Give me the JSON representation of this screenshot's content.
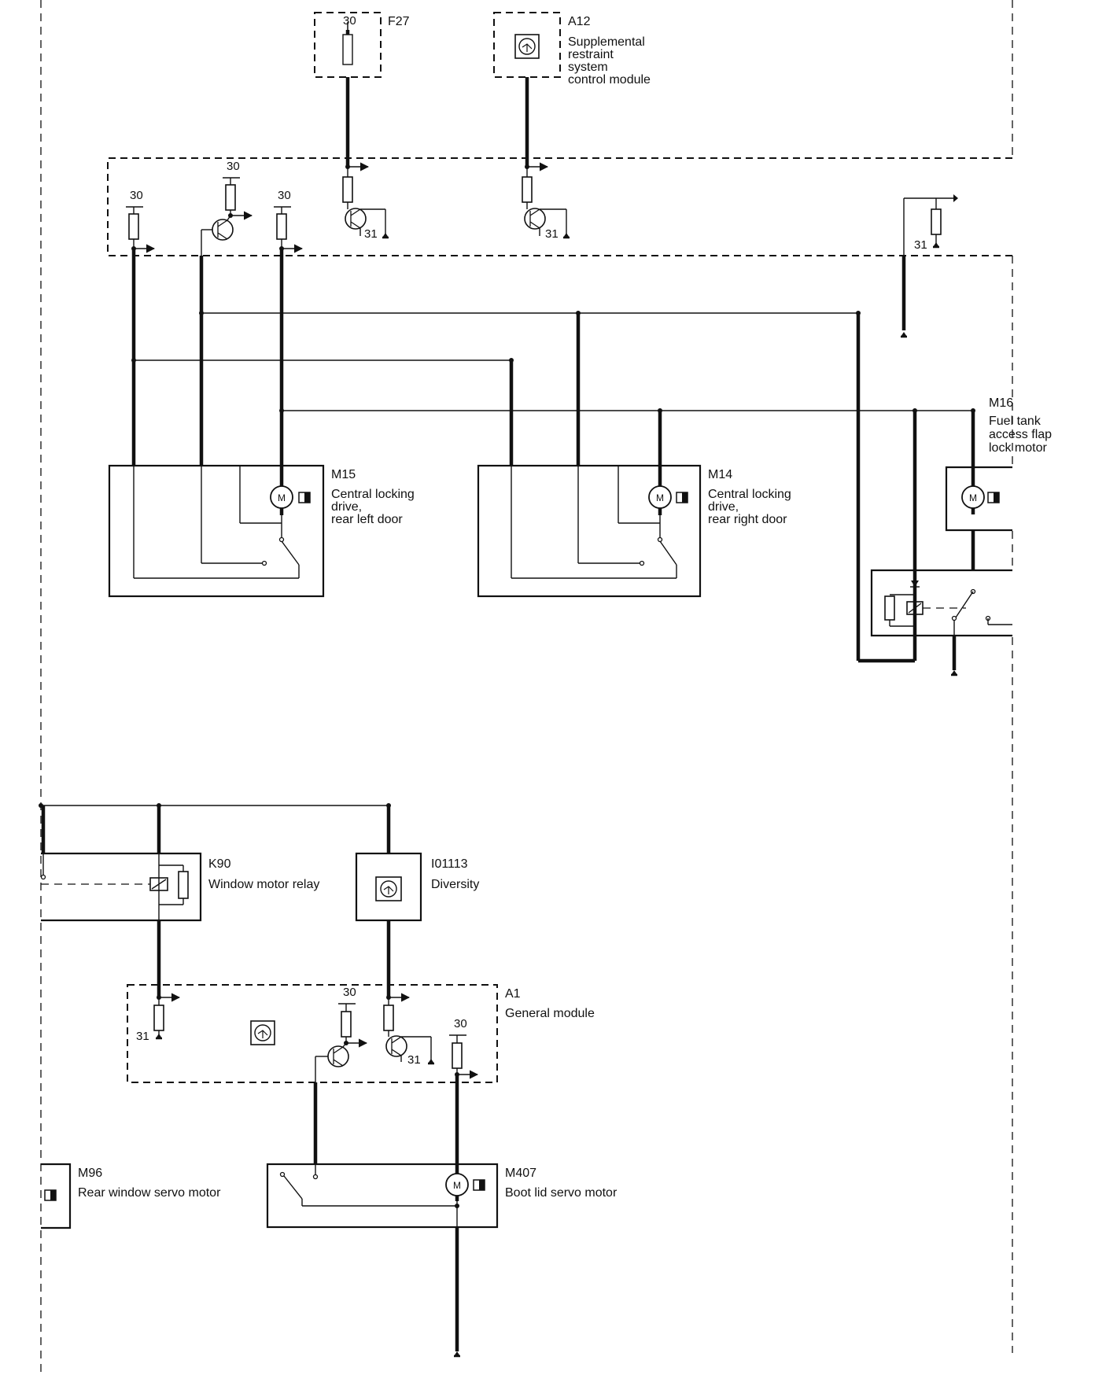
{
  "components": {
    "f27": {
      "id": "F27",
      "pin": "30"
    },
    "a12": {
      "id": "A12",
      "lines": [
        "Supplemental",
        "restraint",
        "system",
        "control module"
      ]
    },
    "m15": {
      "id": "M15",
      "lines": [
        "Central locking",
        "drive,",
        "rear left door"
      ]
    },
    "m14": {
      "id": "M14",
      "lines": [
        "Central locking",
        "drive,",
        "rear right door"
      ]
    },
    "m16": {
      "id": "M16",
      "lines": [
        "Fuel tank",
        "access flap",
        "lock motor"
      ]
    },
    "k90": {
      "id": "K90",
      "name": "Window motor relay"
    },
    "i01113": {
      "id": "I01113",
      "name": "Diversity"
    },
    "a1": {
      "id": "A1",
      "name": "General module"
    },
    "m96": {
      "id": "M96",
      "name": "Rear window servo motor"
    },
    "m407": {
      "id": "M407",
      "name": "Boot lid servo motor"
    }
  },
  "pins": {
    "p30": "30",
    "p31": "31"
  },
  "motor_symbol": "M"
}
